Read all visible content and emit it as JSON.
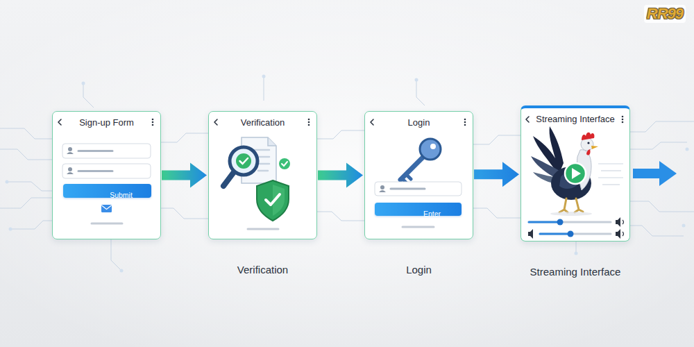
{
  "diagram": {
    "nodes": [
      {
        "text": [
          "Sign-up Form"
        ]
      },
      {
        "text": [
          "Submit"
        ],
        "in": 0
      },
      {
        "text": [
          "Verification",
          "Verification"
        ]
      },
      {
        "text": [
          "Login",
          "Login"
        ]
      },
      {
        "text": [
          "Enter"
        ],
        "in": 3
      },
      {
        "text": [
          "Streaming Interface",
          "Streaming Interface"
        ]
      }
    ],
    "edges": [
      {
        "from": 0,
        "to": 2,
        "arrow": "to"
      },
      {
        "from": 2,
        "to": 3,
        "arrow": "to"
      },
      {
        "from": 3,
        "to": 5,
        "arrow": "to"
      }
    ],
    "labels": [
      "RR99"
    ]
  }
}
